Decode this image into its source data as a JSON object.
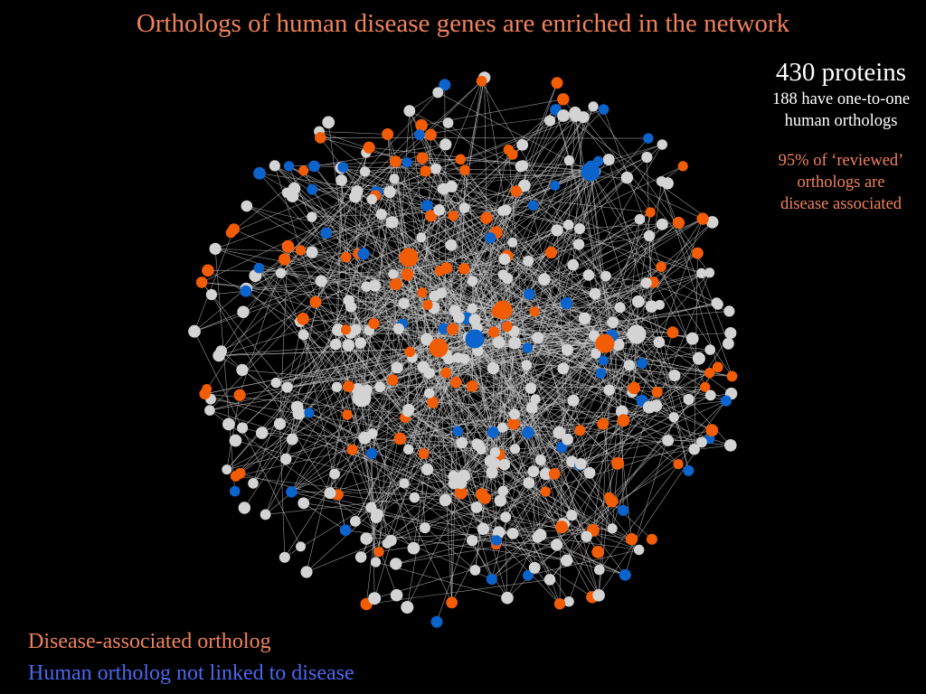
{
  "title": "Orthologs of human disease genes are enriched in the network",
  "side": {
    "count": "430 proteins",
    "subtitle_line1": "188 have one-to-one",
    "subtitle_line2": "human orthologs",
    "note_line1": "95% of ‘reviewed’",
    "note_line2": "orthologs are",
    "note_line3": "disease associated"
  },
  "legend": {
    "disease": "Disease-associated ortholog",
    "not_linked": "Human ortholog not linked to disease"
  },
  "colors": {
    "background": "#000000",
    "title": "#F0825A",
    "side_text": "#FFFFFF",
    "note": "#F0825A",
    "legend_disease": "#F0825A",
    "legend_not_linked": "#4A68F0",
    "node_disease": "#F25C05",
    "node_not_linked": "#0B63CC",
    "node_other": "#D3D3D3",
    "edge": "#C8C8C8"
  },
  "network": {
    "protein_count": 430,
    "one_to_one_orthologs": 188,
    "reviewed_disease_associated_percent": 95
  }
}
